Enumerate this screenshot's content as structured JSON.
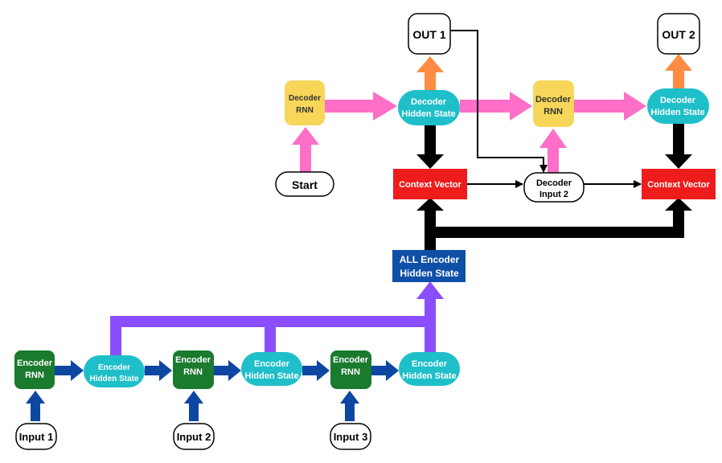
{
  "colors": {
    "encoder_rnn": "#1a7a2e",
    "hidden_state": "#1fbfc9",
    "decoder_rnn": "#f7d65a",
    "context_vector": "#ee1c1c",
    "all_encoder": "#0f4fa8",
    "arrow_blue": "#0d47a1",
    "arrow_purple": "#8a4dff",
    "arrow_pink": "#ff6ec7",
    "arrow_orange": "#ff8c42",
    "arrow_black": "#000000"
  },
  "encoder": {
    "rnn_line1": "Encoder",
    "rnn_line2": "RNN",
    "hidden_line1": "Encoder",
    "hidden_line2": "Hidden State",
    "inputs": [
      "Input 1",
      "Input 2",
      "Input 3"
    ]
  },
  "all_encoder": {
    "line1": "ALL Encoder",
    "line2": "Hidden State"
  },
  "decoder": {
    "rnn_line1": "Decoder",
    "rnn_line2": "RNN",
    "hidden_line1": "Decoder",
    "hidden_line2": "Hidden State",
    "start": "Start",
    "context_vector": "Context Vector",
    "input2_line1": "Decoder",
    "input2_line2": "Input 2",
    "out1": "OUT 1",
    "out2": "OUT 2"
  }
}
